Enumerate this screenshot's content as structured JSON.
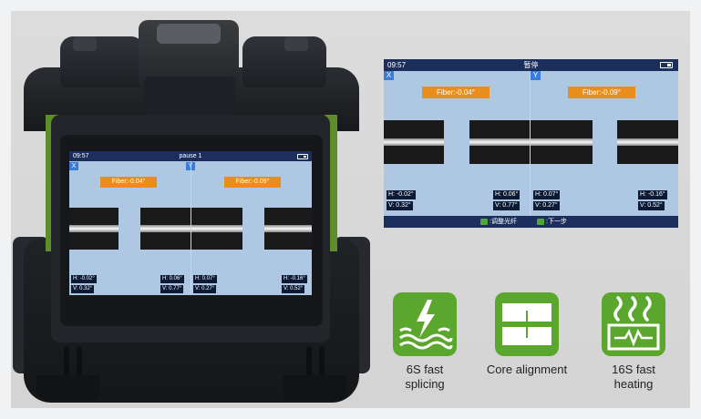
{
  "device_screen": {
    "time": "09:57",
    "title": "pause 1",
    "axis_x": "X",
    "axis_y": "Y",
    "fiber_left": "Fiber:-0.04°",
    "fiber_right": "Fiber:-0.09°",
    "h_left": "H: -0.02°",
    "v_left": "V: 0.32°",
    "h_mid_left": "H: 0.06°",
    "v_mid_left": "V: 0.77°",
    "h_mid_right": "H: 0.07°",
    "v_mid_right": "V: 0.27°",
    "h_right": "H: -0.16°",
    "v_right": "V: 0.52°"
  },
  "zoom_screen": {
    "time": "09:57",
    "title": "暂停",
    "axis_x": "X",
    "axis_y": "Y",
    "fiber_left": "Fiber:-0.04°",
    "fiber_right": "Fiber:-0.09°",
    "h_left": "H: -0.02°",
    "v_left": "V: 0.32°",
    "h_mid_left": "H: 0.06°",
    "v_mid_left": "V: 0.77°",
    "h_mid_right": "H: 0.07°",
    "v_mid_right": "V: 0.27°",
    "h_right": "H: -0.16°",
    "v_right": "V: 0.52°",
    "footer_left": ":调整光纤",
    "footer_right": ":下一步"
  },
  "features": [
    {
      "icon": "splicing-spark-icon",
      "label_line1": "6S fast",
      "label_line2": "splicing"
    },
    {
      "icon": "core-alignment-icon",
      "label_line1": "Core alignment",
      "label_line2": ""
    },
    {
      "icon": "heating-icon",
      "label_line1": "16S fast",
      "label_line2": "heating"
    }
  ],
  "colors": {
    "accent_green": "#5ba72e",
    "screen_bg": "#aec8e4",
    "status_bar": "#1c2f5c",
    "fiber_label": "#e98d1c"
  }
}
